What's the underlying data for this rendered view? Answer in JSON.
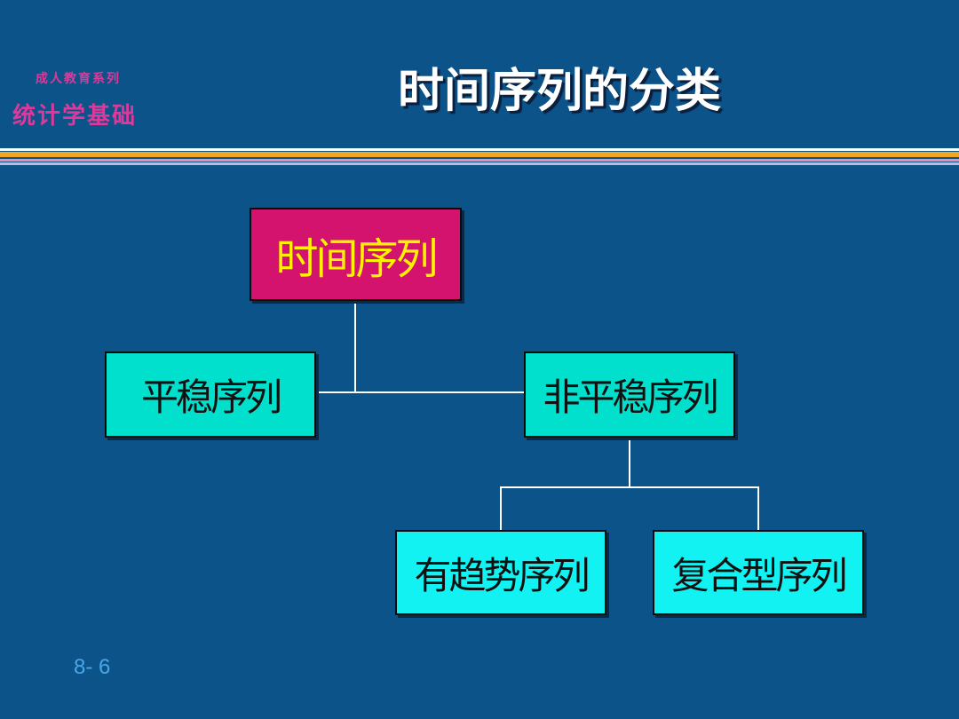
{
  "header": {
    "series": "成人教育系列",
    "course": "统计学基础",
    "title": "时间序列的分类"
  },
  "diagram": {
    "root": "时间序列",
    "level1": [
      "平稳序列",
      "非平稳序列"
    ],
    "level2": [
      "有趋势序列",
      "复合型序列"
    ]
  },
  "footer": {
    "slide_number": "8- 6"
  },
  "colors": {
    "background": "#0c5389",
    "root_fill": "#d4136f",
    "root_text": "#fff200",
    "level1_fill": "#00e0cd",
    "level2_fill": "#12f2f2",
    "header_accent": "#e0389a"
  }
}
